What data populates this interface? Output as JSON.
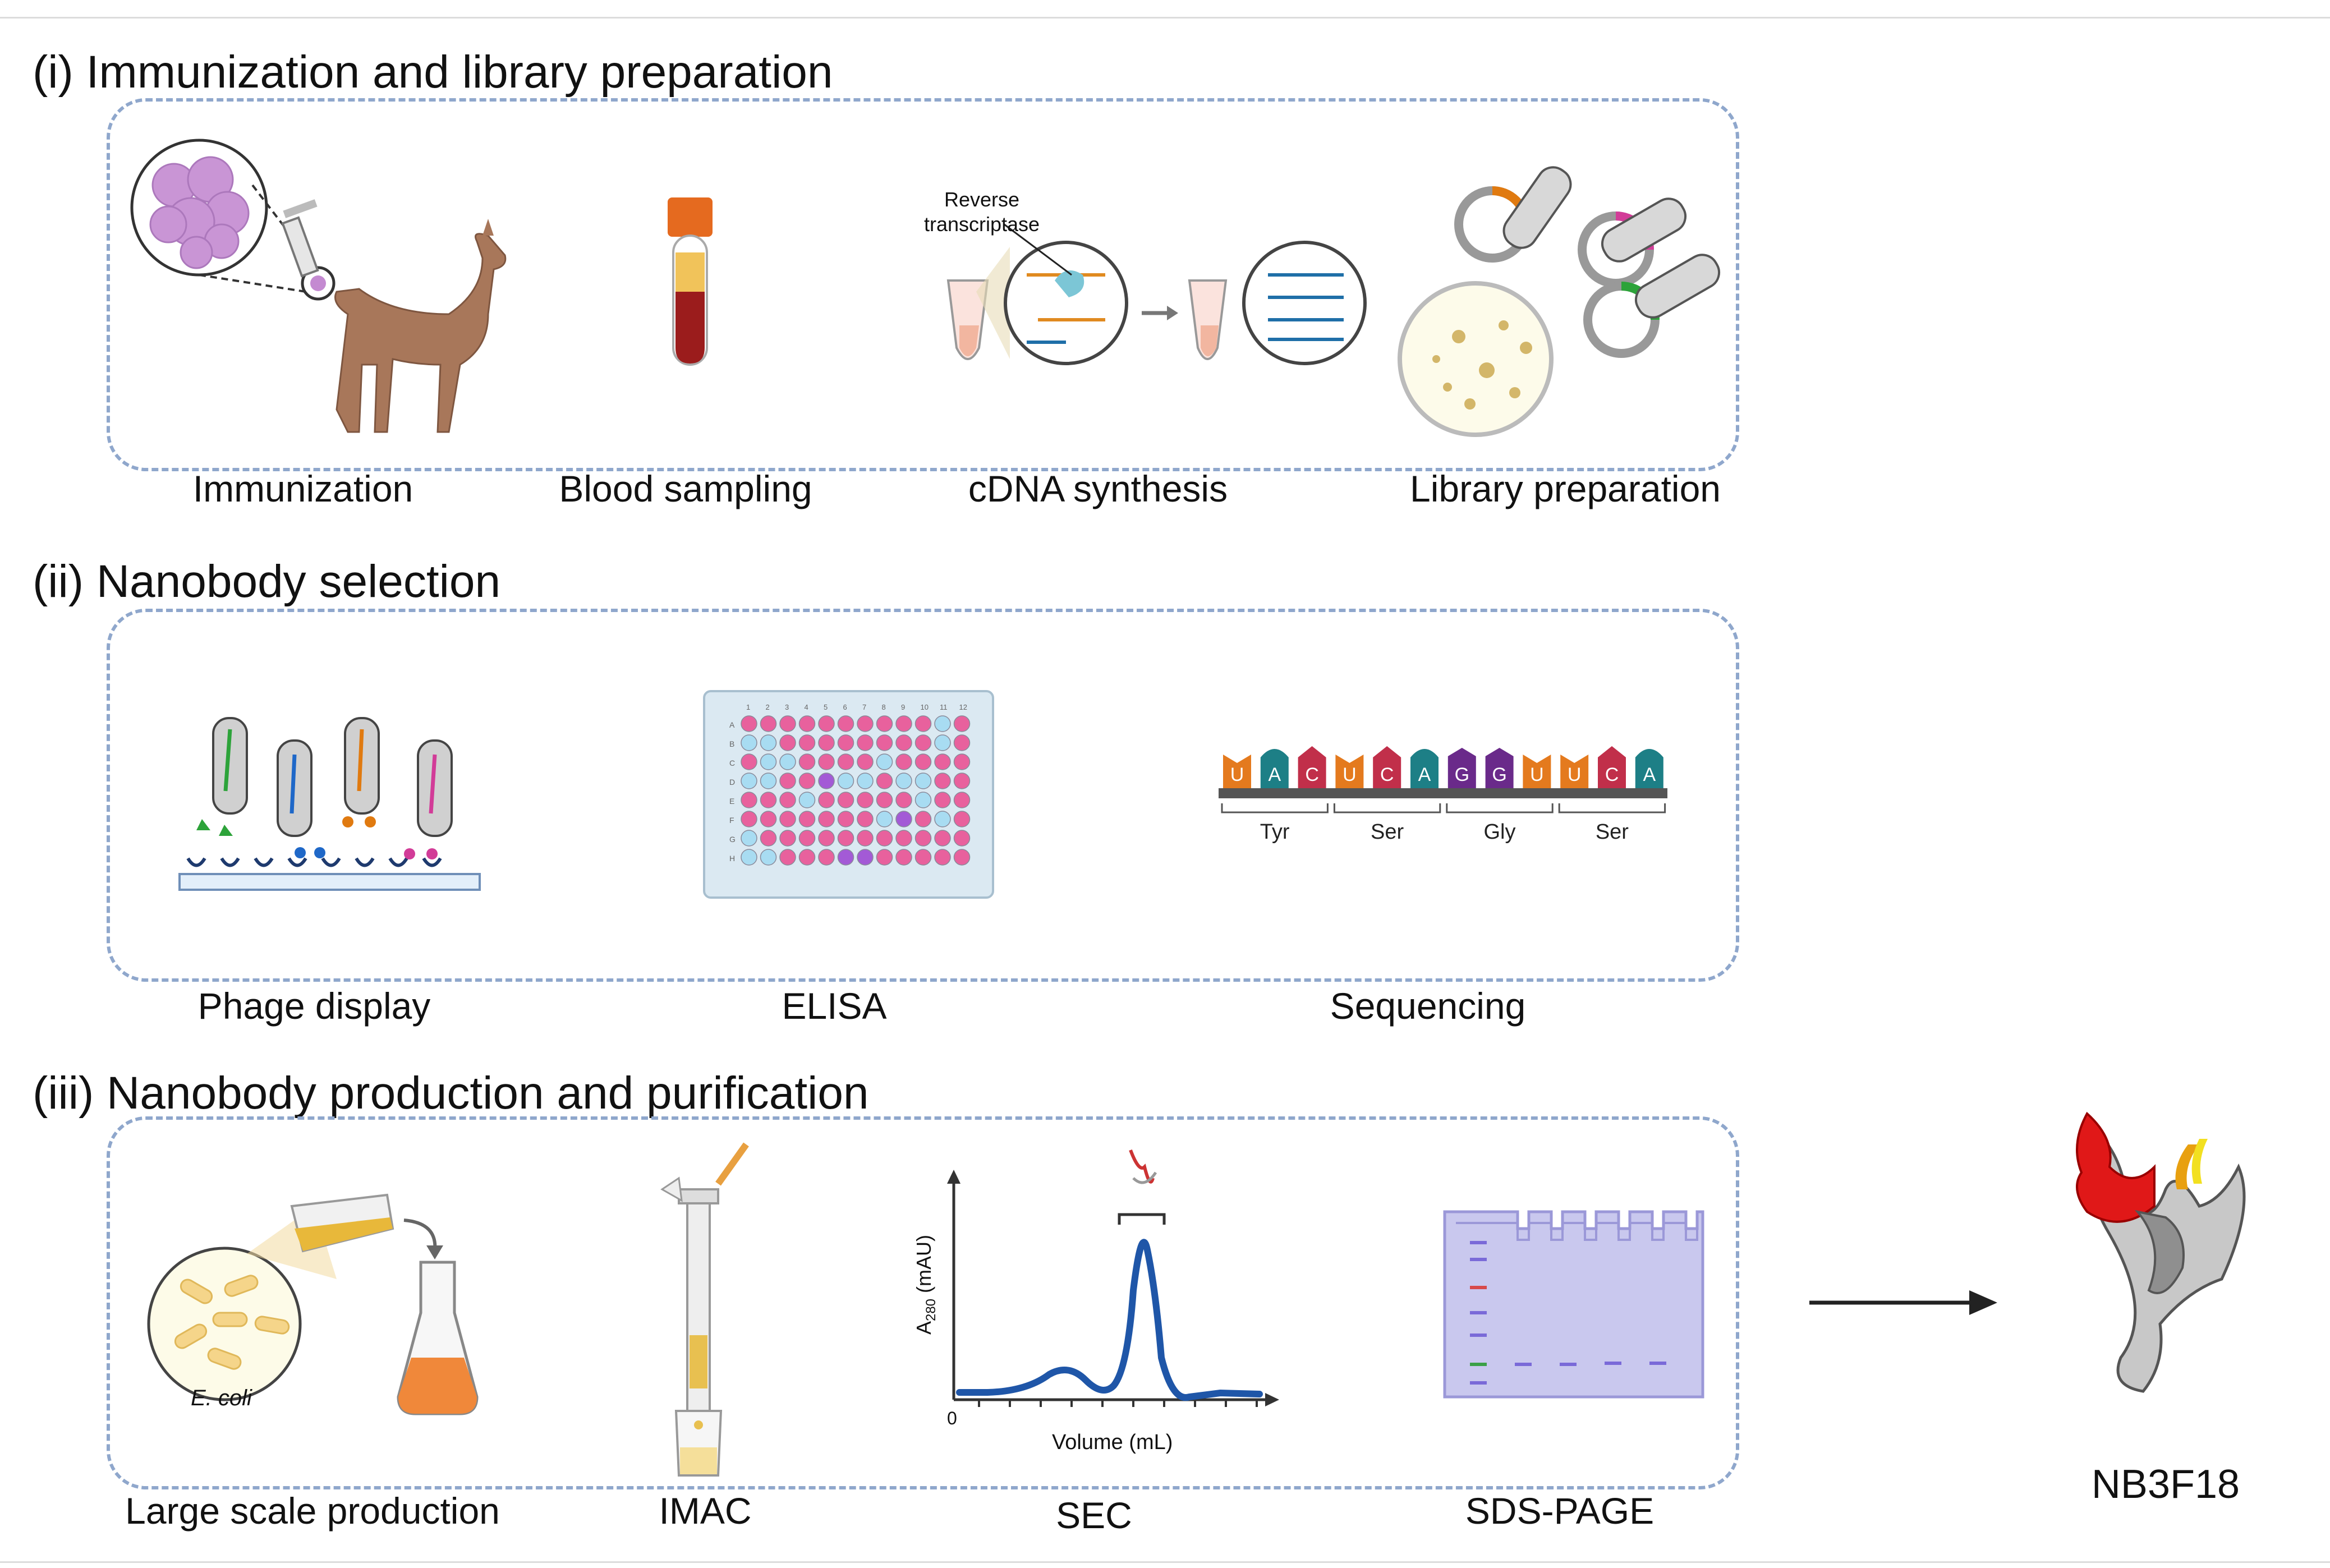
{
  "sections": [
    {
      "title": "(i) Immunization and library preparation",
      "steps": [
        "Immunization",
        "Blood sampling",
        "cDNA synthesis",
        "Library preparation"
      ]
    },
    {
      "title": "(ii) Nanobody selection",
      "steps": [
        "Phage display",
        "ELISA",
        "Sequencing"
      ]
    },
    {
      "title": "(iii) Nanobody production and purification",
      "steps": [
        "Large scale production",
        "IMAC",
        "SEC",
        "SDS-PAGE"
      ]
    }
  ],
  "annotations": {
    "reverse_transcriptase": "Reverse transcriptase",
    "e_coli": "E. coli"
  },
  "elisa": {
    "rows": [
      "A",
      "B",
      "C",
      "D",
      "E",
      "F",
      "G",
      "H"
    ],
    "columns": [
      "1",
      "2",
      "3",
      "4",
      "5",
      "6",
      "7",
      "8",
      "9",
      "10",
      "11",
      "12"
    ],
    "well_map": [
      "ppppppppppbp",
      "bbppppppppbp",
      "pbbppppbpppp",
      "bbppvbbpbbpp",
      "pppbpppppbpp",
      "pppppppbvpbp",
      "bppppppppppp",
      "bbpppvvppppp"
    ],
    "colors": {
      "p": "#e8619d",
      "b": "#a8dcf2",
      "v": "#a35ad6"
    }
  },
  "sequencing": {
    "bases": [
      "U",
      "A",
      "C",
      "U",
      "C",
      "A",
      "G",
      "G",
      "U",
      "U",
      "C",
      "A"
    ],
    "base_colors": {
      "U": "#e47a1e",
      "A": "#1d7f86",
      "C": "#c12f4a",
      "G": "#6a2a8a"
    },
    "codons": [
      "Tyr",
      "Ser",
      "Gly",
      "Ser"
    ]
  },
  "sec_chart": {
    "ylabel_main": "A",
    "ylabel_sub": "280",
    "ylabel_unit": " (mAU)",
    "xlabel": "Volume (mL)",
    "origin_label": "0",
    "line_color": "#1f56a8"
  },
  "result": {
    "name": "NB3F18"
  }
}
